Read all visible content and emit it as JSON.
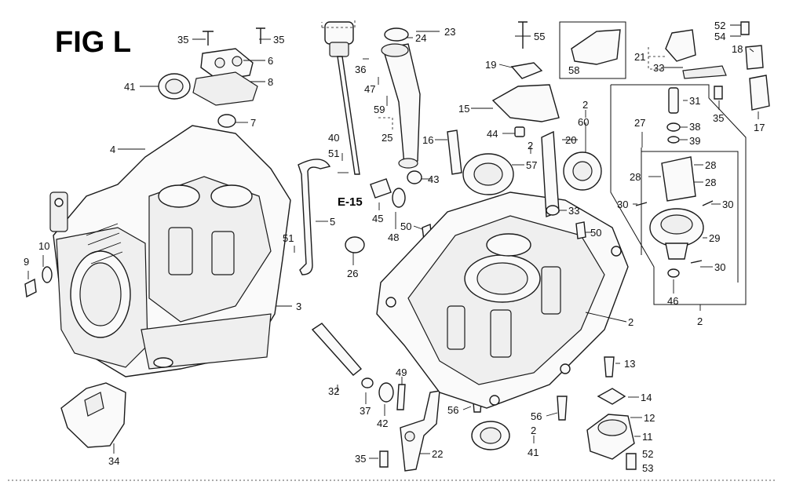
{
  "figure": {
    "title": "FIG L",
    "section_ref": "E-15"
  },
  "labels": [
    {
      "id": "35a",
      "text": "35"
    },
    {
      "id": "35b",
      "text": "35"
    },
    {
      "id": "6",
      "text": "6"
    },
    {
      "id": "8",
      "text": "8"
    },
    {
      "id": "41a",
      "text": "41"
    },
    {
      "id": "7",
      "text": "7"
    },
    {
      "id": "4",
      "text": "4"
    },
    {
      "id": "10",
      "text": "10"
    },
    {
      "id": "9",
      "text": "9"
    },
    {
      "id": "3",
      "text": "3"
    },
    {
      "id": "34",
      "text": "34"
    },
    {
      "id": "23",
      "text": "23"
    },
    {
      "id": "24",
      "text": "24"
    },
    {
      "id": "36",
      "text": "36"
    },
    {
      "id": "47",
      "text": "47"
    },
    {
      "id": "59",
      "text": "59"
    },
    {
      "id": "25",
      "text": "25"
    },
    {
      "id": "40",
      "text": "40"
    },
    {
      "id": "51a",
      "text": "51"
    },
    {
      "id": "5",
      "text": "5"
    },
    {
      "id": "51b",
      "text": "51"
    },
    {
      "id": "45",
      "text": "45"
    },
    {
      "id": "48",
      "text": "48"
    },
    {
      "id": "50a",
      "text": "50"
    },
    {
      "id": "26",
      "text": "26"
    },
    {
      "id": "43",
      "text": "43"
    },
    {
      "id": "55",
      "text": "55"
    },
    {
      "id": "19",
      "text": "19"
    },
    {
      "id": "15",
      "text": "15"
    },
    {
      "id": "44",
      "text": "44"
    },
    {
      "id": "16",
      "text": "16"
    },
    {
      "id": "2a",
      "text": "2"
    },
    {
      "id": "57",
      "text": "57"
    },
    {
      "id": "20",
      "text": "20"
    },
    {
      "id": "2b",
      "text": "2"
    },
    {
      "id": "60",
      "text": "60"
    },
    {
      "id": "33a",
      "text": "33"
    },
    {
      "id": "50b",
      "text": "50"
    },
    {
      "id": "58",
      "text": "58"
    },
    {
      "id": "21",
      "text": "21"
    },
    {
      "id": "33b",
      "text": "33"
    },
    {
      "id": "52a",
      "text": "52"
    },
    {
      "id": "54",
      "text": "54"
    },
    {
      "id": "18",
      "text": "18"
    },
    {
      "id": "31",
      "text": "31"
    },
    {
      "id": "35c",
      "text": "35"
    },
    {
      "id": "17",
      "text": "17"
    },
    {
      "id": "27",
      "text": "27"
    },
    {
      "id": "38",
      "text": "38"
    },
    {
      "id": "39",
      "text": "39"
    },
    {
      "id": "28a",
      "text": "28"
    },
    {
      "id": "28b",
      "text": "28"
    },
    {
      "id": "28c",
      "text": "28"
    },
    {
      "id": "30a",
      "text": "30"
    },
    {
      "id": "30b",
      "text": "30"
    },
    {
      "id": "29",
      "text": "29"
    },
    {
      "id": "30c",
      "text": "30"
    },
    {
      "id": "46",
      "text": "46"
    },
    {
      "id": "2c",
      "text": "2"
    },
    {
      "id": "2d",
      "text": "2"
    },
    {
      "id": "13",
      "text": "13"
    },
    {
      "id": "14",
      "text": "14"
    },
    {
      "id": "12",
      "text": "12"
    },
    {
      "id": "11",
      "text": "11"
    },
    {
      "id": "52b",
      "text": "52"
    },
    {
      "id": "53",
      "text": "53"
    },
    {
      "id": "32",
      "text": "32"
    },
    {
      "id": "37",
      "text": "37"
    },
    {
      "id": "49",
      "text": "49"
    },
    {
      "id": "42",
      "text": "42"
    },
    {
      "id": "56a",
      "text": "56"
    },
    {
      "id": "56b",
      "text": "56"
    },
    {
      "id": "2e",
      "text": "2"
    },
    {
      "id": "41b",
      "text": "41"
    },
    {
      "id": "35d",
      "text": "35"
    },
    {
      "id": "22",
      "text": "22"
    }
  ]
}
